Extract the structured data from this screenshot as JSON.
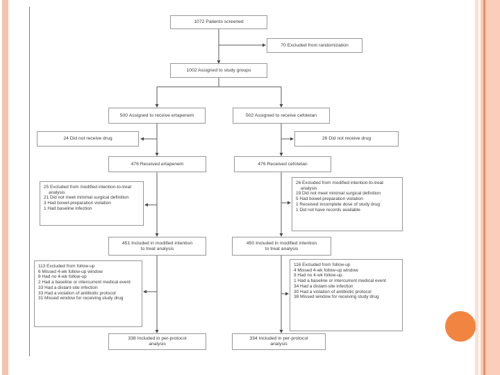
{
  "slide": {
    "accent_circle_color": "#f18540",
    "stripe_color": "#f7c3ab",
    "stripe_dark_line_color": "#e79067"
  },
  "flowchart": {
    "screened": "1072 Patients screened",
    "excluded_randomization": "70 Excluded from randomization",
    "assigned_groups": "1002 Assigned to study groups",
    "left": {
      "assigned": "500 Assigned to receive ertapenem",
      "not_received": "24 Did not receive drug",
      "received": "476 Received ertapenem",
      "mitt_exclusions": [
        "25 Excluded from modified intention-to-treat analysis",
        "21 Did not meet minimal surgical definition",
        "3 Had bowel-preparation violation",
        "1 Had baseline infection"
      ],
      "mitt_included": "451 Included in modified intention to treat analysis",
      "followup_exclusions": [
        "113 Excluded from follow-up",
        "6 Missed 4-wk follow-up window",
        "8 Had no 4-wk follow-up",
        "2 Had a baseline or intercurrent medical event",
        "33 Had a distant-site infection",
        "33 Had a violation of antibiotic protocol",
        "31 Missed window for receiving study drug"
      ],
      "per_protocol": "338 Included in per-protocol analysis"
    },
    "right": {
      "assigned": "502 Assigned to receive cefotetan",
      "not_received": "26 Did not receive drug",
      "received": "476 Received cefotetan",
      "mitt_exclusions": [
        "26 Excluded from modified intention-to-treat analysis",
        "19 Did not meet minimal surgical definition",
        "5 Had bowel-preparation violation",
        "1 Received incomplete dose of study drug",
        "1 Did not have records available"
      ],
      "mitt_included": "450 Included in modified intention to treat analysis",
      "followup_exclusions": [
        "116 Excluded from follow-up",
        "4 Missed 4-wk follow-up window",
        "9 Had no 4-wk follow-up",
        "1 Had a baseline or intercurrent medical event",
        "34 Had a distant-site infection",
        "30 Had a violation of antibiotic protocol",
        "38 Missed window for receiving study drug"
      ],
      "per_protocol": "334 Included in per-protocol analysis"
    }
  }
}
